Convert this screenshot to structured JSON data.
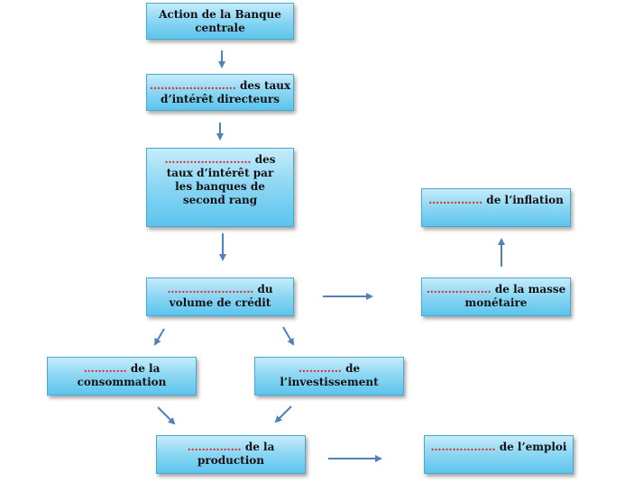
{
  "nodes": {
    "action": {
      "text": "Action de la Banque centrale"
    },
    "taux_directeurs": {
      "blank": "……………………",
      "text": " des taux d’intérêt directeurs"
    },
    "taux_banques": {
      "blank": "……………………",
      "text": " des taux d’intérêt par les banques de second rang"
    },
    "volume_credit": {
      "blank": "……………………",
      "text": " du volume de crédit"
    },
    "masse_monetaire": {
      "blank": "………………",
      "text": " de la masse monétaire"
    },
    "inflation": {
      "blank": "……………",
      "text": " de l’inflation"
    },
    "consommation": {
      "blank": "…………",
      "text": " de la consommation"
    },
    "investissement": {
      "blank": "…………",
      "text": " de l’investissement"
    },
    "production": {
      "blank": "……………",
      "text": " de la production"
    },
    "emploi": {
      "blank": "………………",
      "text": " de l’emploi"
    }
  },
  "colors": {
    "box_top": "#c6ecfb",
    "box_bottom": "#5cc4ec",
    "border": "#4aa9d3",
    "arrow": "#4f81bd",
    "blank": "#e02020"
  }
}
